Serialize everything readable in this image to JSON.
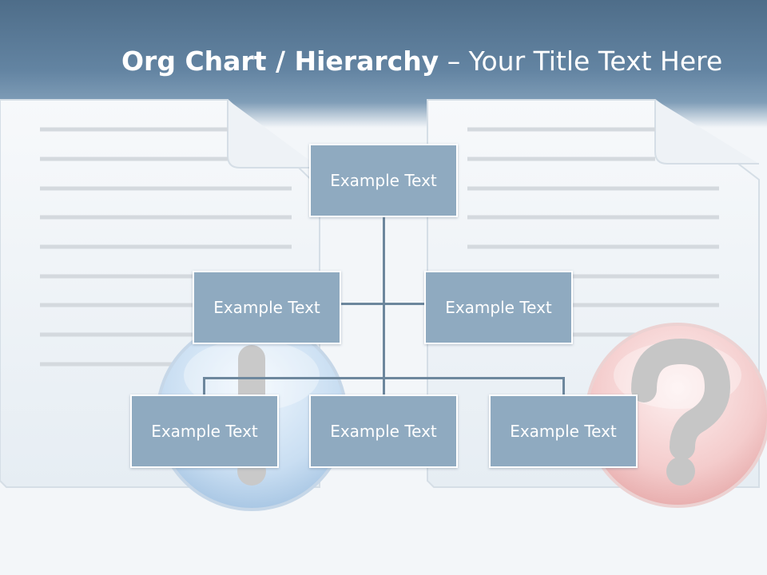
{
  "slide": {
    "title_bold": "Org Chart / Hierarchy",
    "title_rest": " – Your Title Text Here"
  },
  "org_chart": {
    "root": {
      "label": "Example Text"
    },
    "assistants": [
      {
        "label": "Example Text"
      },
      {
        "label": "Example Text"
      }
    ],
    "children": [
      {
        "label": "Example Text"
      },
      {
        "label": "Example Text"
      },
      {
        "label": "Example Text"
      }
    ]
  },
  "decorations": {
    "left_icon": "exclamation-icon",
    "right_icon": "question-icon",
    "box_color": "#8faac0",
    "connector_color": "#6d879d"
  }
}
